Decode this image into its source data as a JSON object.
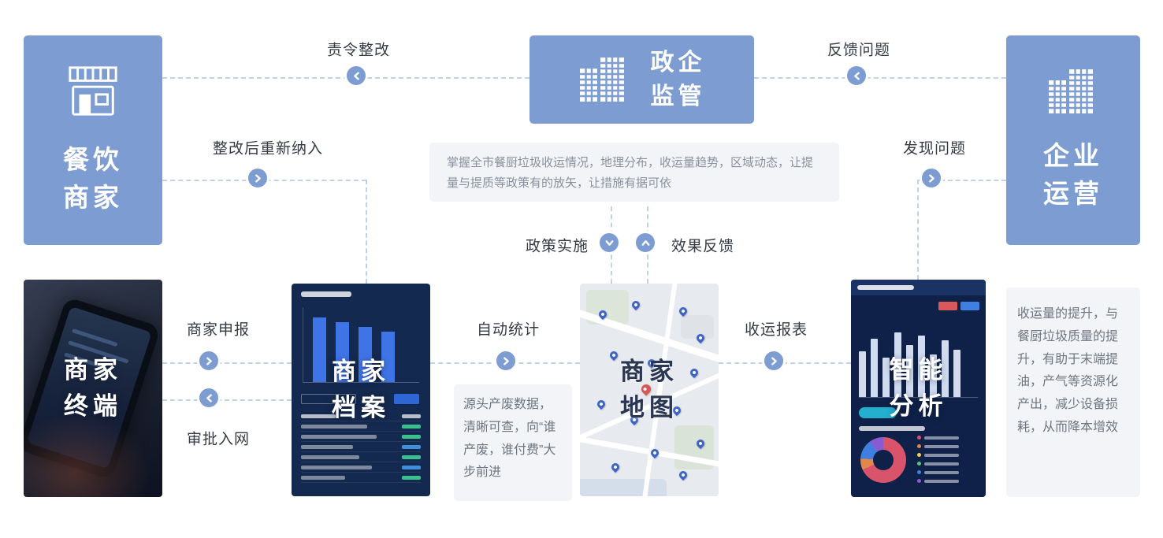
{
  "colors": {
    "node_blue": "#7D9DD2",
    "dash_line": "#BFD2EA",
    "edge_label": "#353B43",
    "note_bg": "#F2F4F8",
    "note_text": "#8A919C",
    "panel_navy": "#14294F",
    "map_bg": "#E7EAEE",
    "chart_bar_blue": "#3F74E6",
    "pin_blue": "#3D63C8",
    "donut_red": "#D9536B",
    "pill_cyan": "#23B0CE"
  },
  "nodes": {
    "restaurant": {
      "line1": "餐饮",
      "line2": "商家"
    },
    "supervision": {
      "line1": "政企",
      "line2": "监管"
    },
    "enterprise": {
      "line1": "企业",
      "line2": "运营"
    },
    "terminal": {
      "line1": "商家",
      "line2": "终端"
    },
    "archive": {
      "line1": "商家",
      "line2": "档案"
    },
    "map": {
      "line1": "商家",
      "line2": "地图"
    },
    "analysis": {
      "line1": "智能",
      "line2": "分析"
    }
  },
  "edges": {
    "order_rectification": "责令整改",
    "reinclude_after_rectification": "整改后重新纳入",
    "feedback_issues": "反馈问题",
    "discover_issues": "发现问题",
    "policy_implementation": "政策实施",
    "effect_feedback": "效果反馈",
    "merchant_declaration": "商家申报",
    "approval_network_access": "审批入网",
    "auto_statistics": "自动统计",
    "collection_report": "收运报表"
  },
  "notes": {
    "supervision_description": "掌握全市餐厨垃圾收运情况，地理分布，收运量趋势，区域动态，让提量与提质等政策有的放矢，让措施有据可依",
    "archive_note": "源头产废数据，清晰可查，向“谁产废，谁付费”大步前进",
    "analysis_note": "收运量的提升，与餐厨垃圾质量的提升，有助于末端提油，产气等资源化产出，减少设备损耗，从而降本增效"
  },
  "icons": {
    "restaurant": "storefront-icon",
    "supervision": "buildings-icon",
    "enterprise": "buildings-icon",
    "arrows": "chevron-icon"
  }
}
